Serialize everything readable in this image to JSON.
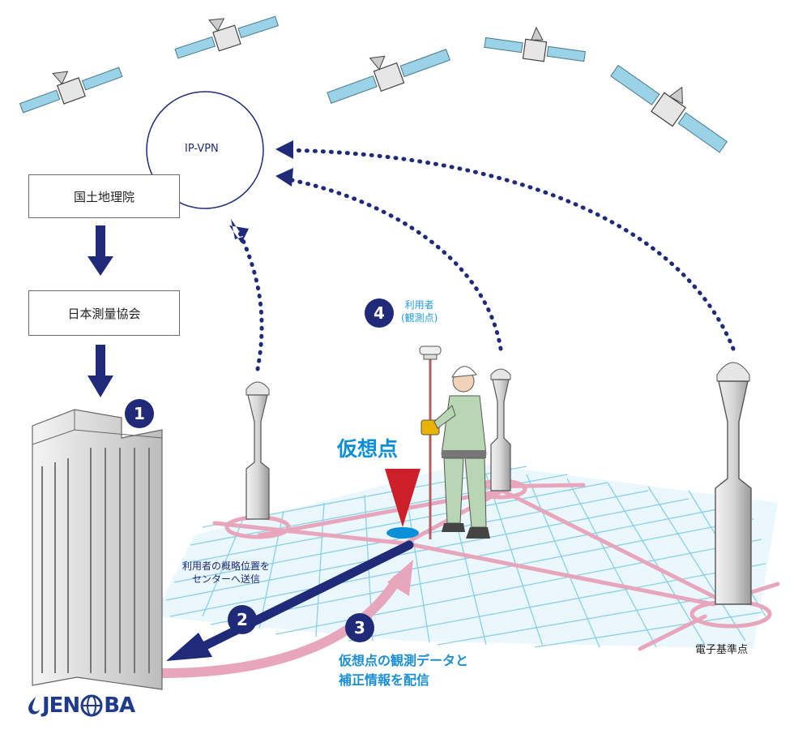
{
  "boxes": {
    "gsi": "国土地理院",
    "jsa": "日本測量協会"
  },
  "network": {
    "label": "IP-VPN"
  },
  "badges": {
    "b1": "1",
    "b2": "2",
    "b3": "3",
    "b4": "4"
  },
  "user": {
    "line1": "利用者",
    "line2": "(観測点)"
  },
  "virtual_point": {
    "label": "仮想点"
  },
  "step2": {
    "line1": "利用者の概略位置を",
    "line2": "センターへ送信"
  },
  "step3": {
    "line1": "仮想点の観測データと",
    "line2": "補正情報を配信"
  },
  "station": {
    "label": "電子基準点"
  },
  "logo": {
    "left": "JEN",
    "right": "BA"
  },
  "colors": {
    "navy": "#1f2a78",
    "blue": "#0a8fd8",
    "pink": "#e8a6bd",
    "grid": "#8ad0ea",
    "red": "#cc1f2a",
    "panel": "#8bbfd6"
  }
}
